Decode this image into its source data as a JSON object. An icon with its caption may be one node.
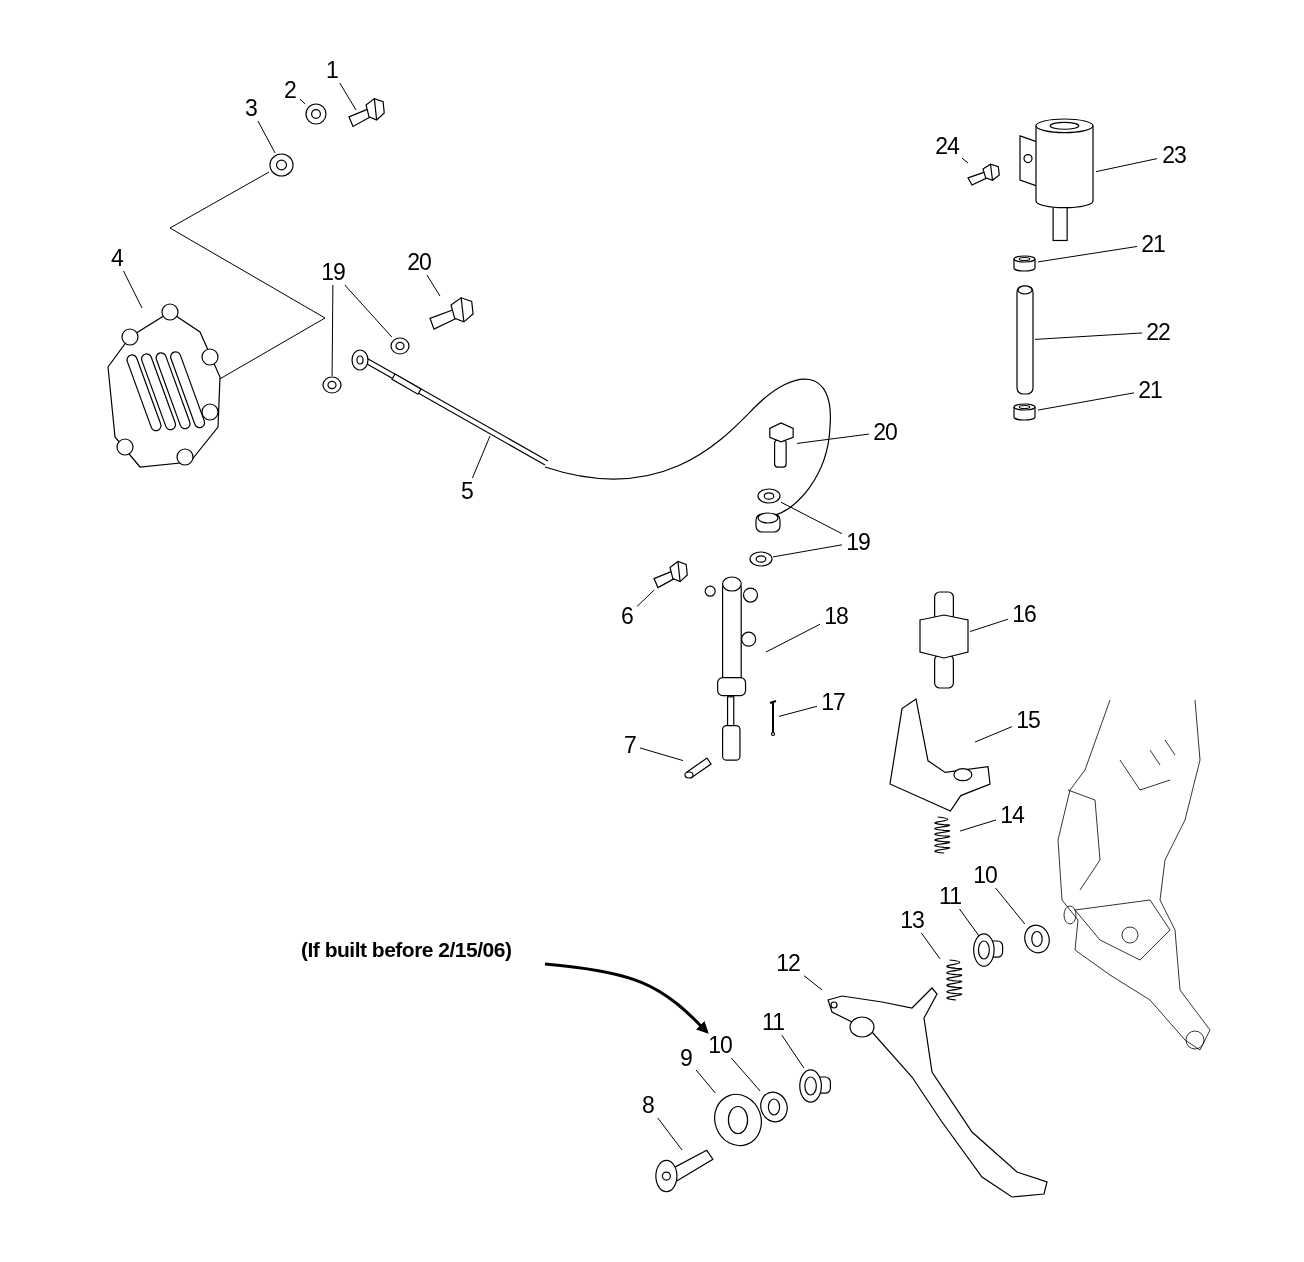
{
  "diagram": {
    "nodes": [
      {
        "text": [
          "1"
        ]
      },
      {
        "text": [],
        "shape": "picture"
      },
      {
        "text": [
          "2"
        ]
      },
      {
        "text": [],
        "shape": "picture"
      },
      {
        "text": [
          "3"
        ]
      },
      {
        "text": [],
        "shape": "picture"
      },
      {
        "text": [
          "24"
        ]
      },
      {
        "text": [],
        "shape": "picture"
      },
      {
        "text": [
          "23"
        ]
      },
      {
        "text": [],
        "shape": "cylinder"
      },
      {
        "text": [
          "4"
        ]
      },
      {
        "text": [],
        "shape": "picture"
      },
      {
        "text": [
          "19"
        ]
      },
      {
        "text": [],
        "shape": "picture"
      },
      {
        "text": [],
        "shape": "picture"
      },
      {
        "text": [
          "20"
        ]
      },
      {
        "text": [],
        "shape": "picture"
      },
      {
        "text": [
          "21"
        ]
      },
      {
        "text": [],
        "shape": "cylinder"
      },
      {
        "text": [
          "22"
        ]
      },
      {
        "text": [],
        "shape": "picture"
      },
      {
        "text": [
          "21"
        ]
      },
      {
        "text": [],
        "shape": "cylinder"
      },
      {
        "text": [
          "5"
        ]
      },
      {
        "text": [],
        "shape": "picture"
      },
      {
        "text": [
          "20"
        ]
      },
      {
        "text": [],
        "shape": "picture"
      },
      {
        "text": [
          "19"
        ]
      },
      {
        "text": [],
        "shape": "picture"
      },
      {
        "text": [],
        "shape": "picture"
      },
      {
        "text": [
          "6"
        ]
      },
      {
        "text": [],
        "shape": "picture"
      },
      {
        "text": [
          "18"
        ]
      },
      {
        "text": [],
        "shape": "picture"
      },
      {
        "text": [
          "16"
        ]
      },
      {
        "text": [],
        "shape": "picture"
      },
      {
        "text": [
          "17"
        ]
      },
      {
        "text": [],
        "shape": "bar"
      },
      {
        "text": [
          "7"
        ]
      },
      {
        "text": [],
        "shape": "picture"
      },
      {
        "text": [
          "15"
        ]
      },
      {
        "text": [],
        "shape": "picture"
      },
      {
        "text": [
          "14"
        ]
      },
      {
        "text": [],
        "shape": "picture"
      },
      {
        "text": [
          "(If built before 2/15/06)"
        ]
      },
      {
        "text": [
          "10"
        ]
      },
      {
        "text": [],
        "shape": "picture"
      },
      {
        "text": [
          "13"
        ]
      },
      {
        "text": [],
        "shape": "picture"
      },
      {
        "text": [
          "11"
        ]
      },
      {
        "text": [],
        "shape": "picture"
      },
      {
        "text": [
          "12"
        ]
      },
      {
        "text": [],
        "shape": "picture"
      },
      {
        "text": [
          "11"
        ]
      },
      {
        "text": [],
        "shape": "picture"
      },
      {
        "text": [
          "10"
        ]
      },
      {
        "text": [],
        "shape": "picture"
      },
      {
        "text": [
          "9"
        ]
      },
      {
        "text": [],
        "shape": "picture"
      },
      {
        "text": [
          "8"
        ]
      },
      {
        "text": [],
        "shape": "picture"
      }
    ],
    "edges": [
      {
        "from": 0,
        "to": 1,
        "arrow": "none"
      },
      {
        "from": 2,
        "to": 3,
        "arrow": "none"
      },
      {
        "from": 4,
        "to": 5,
        "arrow": "none"
      },
      {
        "from": 6,
        "to": 7,
        "arrow": "none"
      },
      {
        "from": 8,
        "to": 9,
        "arrow": "none"
      },
      {
        "from": 10,
        "to": 11,
        "arrow": "none"
      },
      {
        "from": 12,
        "to": 13,
        "arrow": "none"
      },
      {
        "from": 12,
        "to": 14,
        "arrow": "none"
      },
      {
        "from": 15,
        "to": 16,
        "arrow": "none"
      },
      {
        "from": 17,
        "to": 18,
        "arrow": "none"
      },
      {
        "from": 19,
        "to": 20,
        "arrow": "none"
      },
      {
        "from": 21,
        "to": 22,
        "arrow": "none"
      },
      {
        "from": 23,
        "to": 24,
        "arrow": "none"
      },
      {
        "from": 25,
        "to": 26,
        "arrow": "none"
      },
      {
        "from": 27,
        "to": 28,
        "arrow": "none"
      },
      {
        "from": 27,
        "to": 29,
        "arrow": "none"
      },
      {
        "from": 30,
        "to": 31,
        "arrow": "none"
      },
      {
        "from": 32,
        "to": 33,
        "arrow": "none"
      },
      {
        "from": 34,
        "to": 35,
        "arrow": "none"
      },
      {
        "from": 36,
        "to": 37,
        "arrow": "none"
      },
      {
        "from": 38,
        "to": 39,
        "arrow": "none"
      },
      {
        "from": 40,
        "to": 41,
        "arrow": "none"
      },
      {
        "from": 42,
        "to": 43,
        "arrow": "none"
      },
      {
        "from": 45,
        "to": 46,
        "arrow": "none"
      },
      {
        "from": 47,
        "to": 48,
        "arrow": "none"
      },
      {
        "from": 49,
        "to": 50,
        "arrow": "none"
      },
      {
        "from": 51,
        "to": 52,
        "arrow": "none"
      },
      {
        "from": 53,
        "to": 54,
        "arrow": "none"
      },
      {
        "from": 55,
        "to": 56,
        "arrow": "none"
      },
      {
        "from": 57,
        "to": 58,
        "arrow": "none"
      },
      {
        "from": 59,
        "to": 60,
        "arrow": "none"
      },
      {
        "from": 5,
        "to": 11,
        "arrow": "none"
      },
      {
        "from": 44,
        "to": 55,
        "arrow": "to",
        "style": "thick"
      }
    ]
  }
}
